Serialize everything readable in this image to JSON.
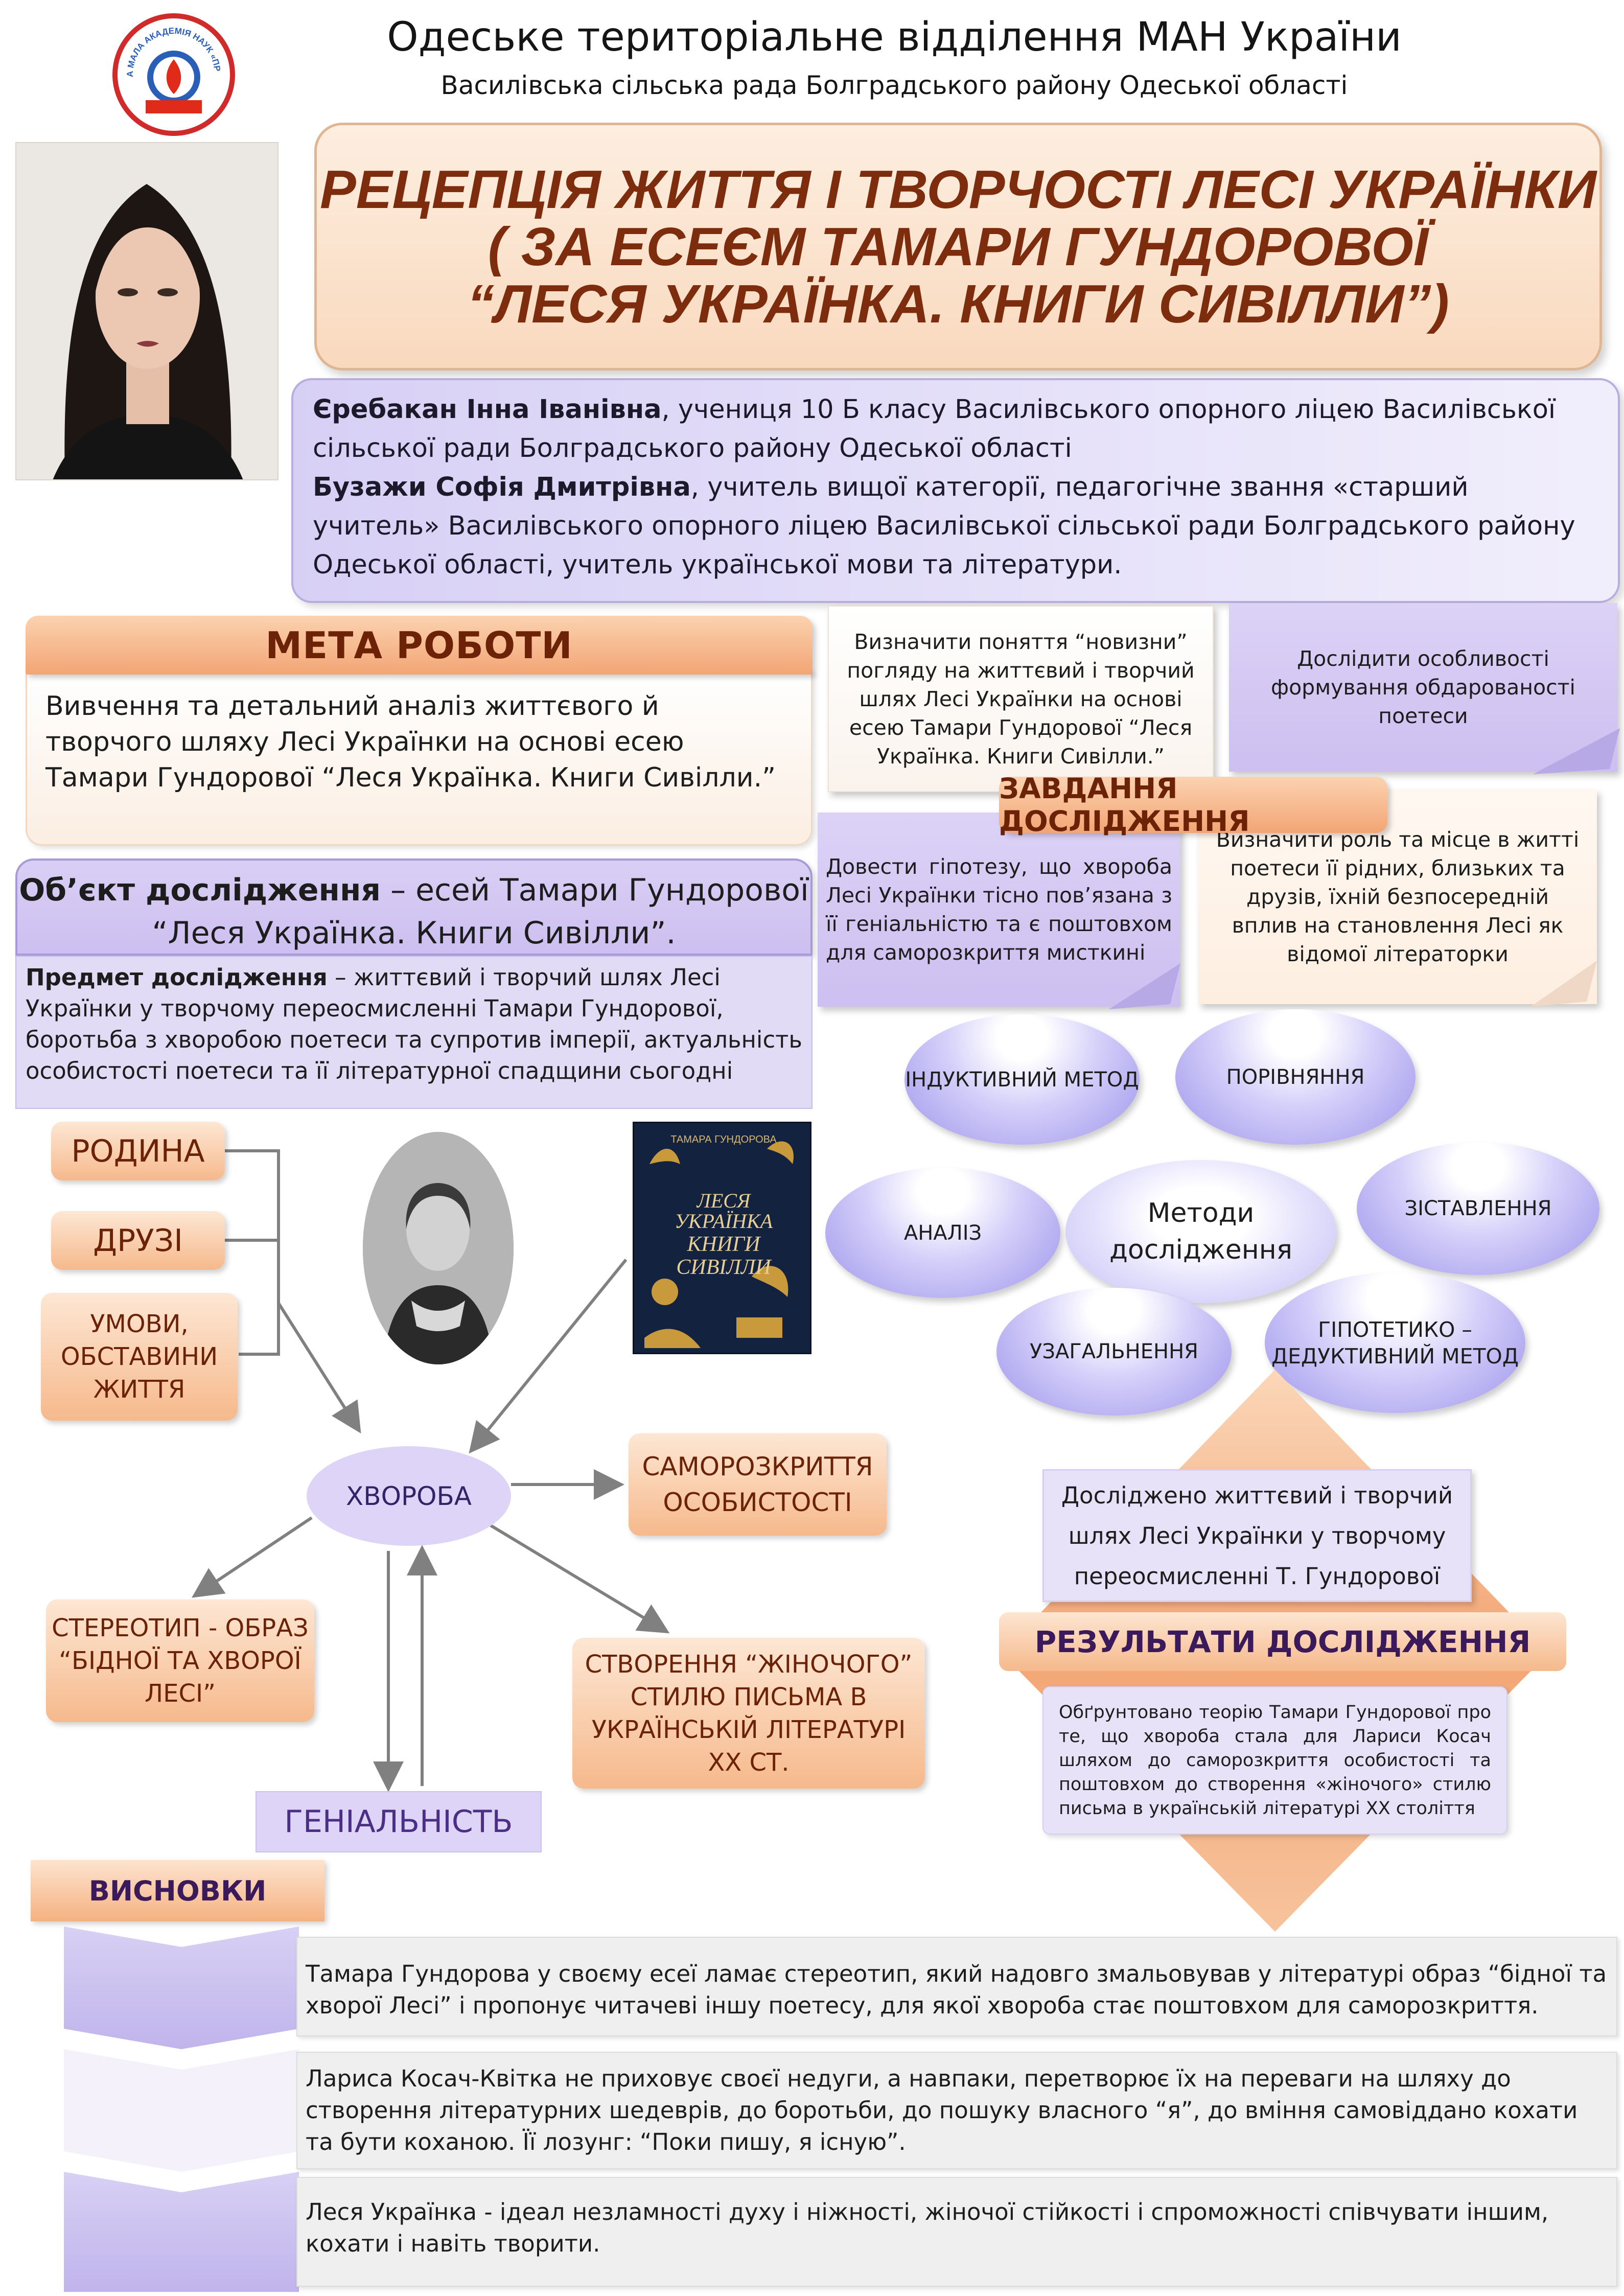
{
  "header": {
    "org": "Одеське територіальне відділення МАН України",
    "subtitle": "Василівська сільська рада Болградського району Одеської області"
  },
  "title": {
    "line1": "РЕЦЕПЦІЯ ЖИТТЯ І ТВОРЧОСТІ ЛЕСІ УКРАЇНКИ",
    "line2": "( ЗА ЕСЕЄМ ТАМАРИ  ГУНДОРОВОЇ",
    "line3": "“ЛЕСЯ УКРАЇНКА. КНИГИ СИВІЛЛИ”)"
  },
  "authors": {
    "student_name": "Єребакан Інна Іванівна",
    "student_info": ", учениця 10 Б класу Василівського опорного ліцею Василівської сільської ради Болградського району Одеської області",
    "teacher_name": "Бузажи Софія Дмитрівна",
    "teacher_info": ", учитель вищої категорії, педагогічне звання «старший учитель» Василівського опорного ліцею Василівської сільської ради Болградського району Одеської області, учитель української мови та літератури."
  },
  "goal": {
    "header": "МЕТА РОБОТИ",
    "text": "Вивчення та детальний аналіз життєвого й творчого шляху Лесі Українки на основі есею Тамари Гундорової “Леся Українка. Книги Сивілли.”"
  },
  "tasks": {
    "header": "ЗАВДАННЯ ДОСЛІДЖЕННЯ",
    "items": [
      "Визначити поняття “новизни” погляду  на життєвий і творчий шлях Лесі Українки на основі есею Тамари Гундорової “Леся Українка. Книги Сивілли.”",
      "Дослідити особливості формування обдарованості поетеси",
      "Довести гіпотезу, що хвороба Лесі Українки тісно пов’язана з її геніальністю та є поштовхом для саморозкриття мисткині",
      "Визначити роль та місце в житті поетеси її рідних, близьких та друзів, їхній безпосередній вплив на становлення Лесі як відомої літераторки"
    ]
  },
  "object": {
    "label": "Об’єкт дослідження",
    "text": " – есей Тамари Гундорової “Леся Українка. Книги Сивілли”."
  },
  "subject": {
    "label": "Предмет дослідження",
    "text": " – життєвий і творчий шлях Лесі Українки у творчому переосмисленні Тамари Гундорової, боротьба з хворобою поетеси та супротив імперії, актуальність особистості поетеси та її літературної спадщини сьогодні"
  },
  "methods": {
    "center": "Методи дослідження",
    "items": [
      "ІНДУКТИВНИЙ МЕТОД",
      "ПОРІВНЯННЯ",
      "АНАЛІЗ",
      "ЗІСТАВЛЕННЯ",
      "УЗАГАЛЬНЕННЯ",
      "ГІПОТЕТИКО – ДЕДУКТИВНИЙ МЕТОД"
    ]
  },
  "diagram": {
    "rodyna": "РОДИНА",
    "druzi": "ДРУЗІ",
    "umovy": "УМОВИ, ОБСТАВИНИ ЖИТТЯ",
    "hvoroba": "ХВОРОБА",
    "samo": "САМОРОЗКРИТТЯ ОСОБИСТОСТІ",
    "stereo": "СТЕРЕОТИП - ОБРАЗ “БІДНОЇ ТА ХВОРОЇ ЛЕСІ”",
    "zhin": "СТВОРЕННЯ “ЖІНОЧОГО” СТИЛЮ ПИСЬМА В УКРАЇНСЬКІЙ ЛІТЕРАТУРІ ХХ СТ.",
    "genius": "ГЕНІАЛЬНІСТЬ"
  },
  "book_cover": {
    "author": "ТАМАРА ГУНДОРОВА",
    "title_line1": "ЛЕСЯ",
    "title_line2": "УКРАЇНКА",
    "title_line3": "КНИГИ",
    "title_line4": "СИВІЛЛИ"
  },
  "logo_text": "ОДЕСЬКА МАЛА АКАДЕМІЯ НАУК «ПРОМЕТЕЙ»",
  "results": {
    "header": "РЕЗУЛЬТАТИ ДОСЛІДЖЕННЯ",
    "r1": "Досліджено життєвий і творчий шлях Лесі Українки у творчому переосмисленні Т. Гундорової",
    "r2": "Обґрунтовано теорію Тамари Гундорової про те, що хвороба стала для Лариси Косач шляхом до саморозкриття особистості та поштовхом до створення «жіночого» стилю письма в українській літературі ХХ століття"
  },
  "conclusions": {
    "header": "ВИСНОВКИ",
    "items": [
      "Тамара Гундорова у своєму есеї ламає стереотип, який надовго змальовував у літературі образ “бідної та хворої Лесі” і пропонує читачеві іншу поетесу, для якої хвороба стає поштовхом для саморозкриття.",
      "Лариса Косач-Квітка не приховує своєї недуги, а навпаки, перетворює їх на переваги на шляху до створення літературних шедеврів, до боротьби, до пошуку власного “я”, до вміння самовіддано кохати та бути коханою. Її лозунг: “Поки пишу, я існую”.",
      "Леся Українка - ідеал незламності духу і ніжності, жіночої стійкості і спроможності співчувати іншим, кохати і навіть творити."
    ]
  }
}
